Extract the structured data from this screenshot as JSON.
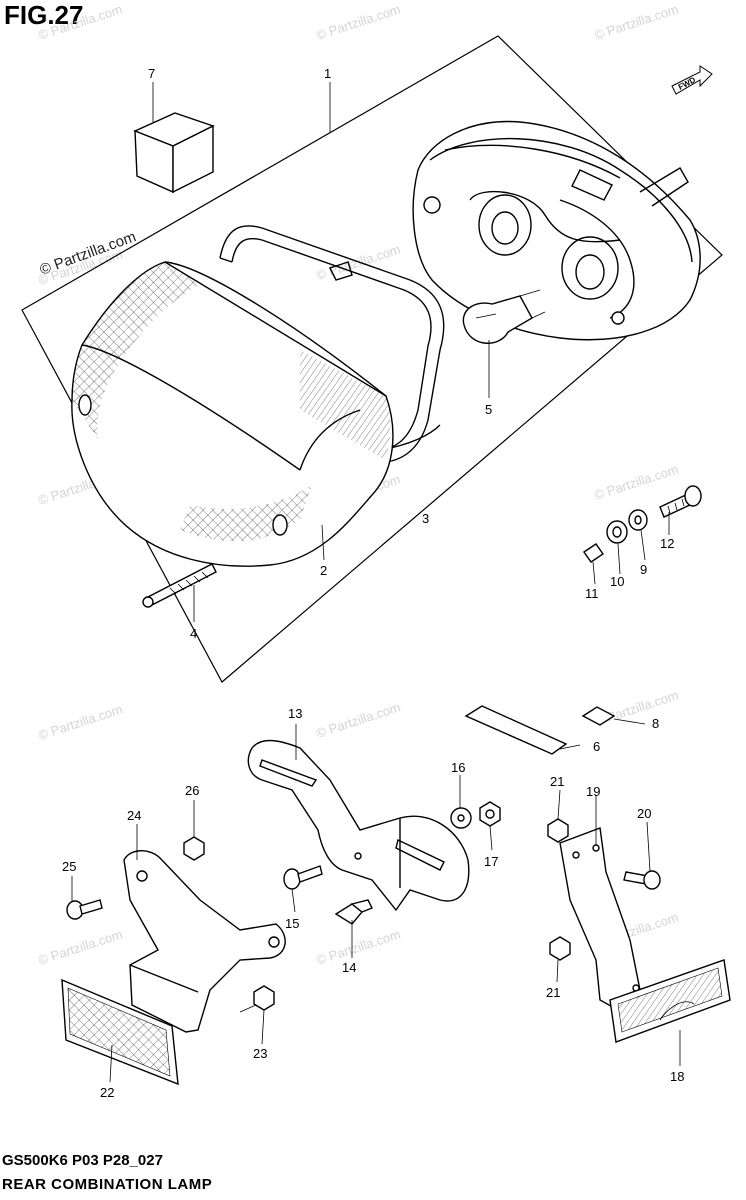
{
  "figure": {
    "title": "FIG.27",
    "model_code": "GS500K6 P03 P28_027",
    "assembly_name": "REAR COMBINATION LAMP"
  },
  "watermark": {
    "text": "© Partzilla.com",
    "prominent_text": "© Partzilla.com"
  },
  "fwd_label": "FWD",
  "callouts": [
    {
      "id": "c1",
      "label": "1"
    },
    {
      "id": "c2",
      "label": "2"
    },
    {
      "id": "c3",
      "label": "3"
    },
    {
      "id": "c4",
      "label": "4"
    },
    {
      "id": "c5",
      "label": "5"
    },
    {
      "id": "c6",
      "label": "6"
    },
    {
      "id": "c7",
      "label": "7"
    },
    {
      "id": "c8",
      "label": "8"
    },
    {
      "id": "c9",
      "label": "9"
    },
    {
      "id": "c10",
      "label": "10"
    },
    {
      "id": "c11",
      "label": "11"
    },
    {
      "id": "c12",
      "label": "12"
    },
    {
      "id": "c13",
      "label": "13"
    },
    {
      "id": "c14",
      "label": "14"
    },
    {
      "id": "c15",
      "label": "15"
    },
    {
      "id": "c16",
      "label": "16"
    },
    {
      "id": "c17",
      "label": "17"
    },
    {
      "id": "c18",
      "label": "18"
    },
    {
      "id": "c19",
      "label": "19"
    },
    {
      "id": "c20",
      "label": "20"
    },
    {
      "id": "c21a",
      "label": "21"
    },
    {
      "id": "c21b",
      "label": "21"
    },
    {
      "id": "c22",
      "label": "22"
    },
    {
      "id": "c23",
      "label": "23"
    },
    {
      "id": "c24",
      "label": "24"
    },
    {
      "id": "c25",
      "label": "25"
    },
    {
      "id": "c26",
      "label": "26"
    }
  ]
}
